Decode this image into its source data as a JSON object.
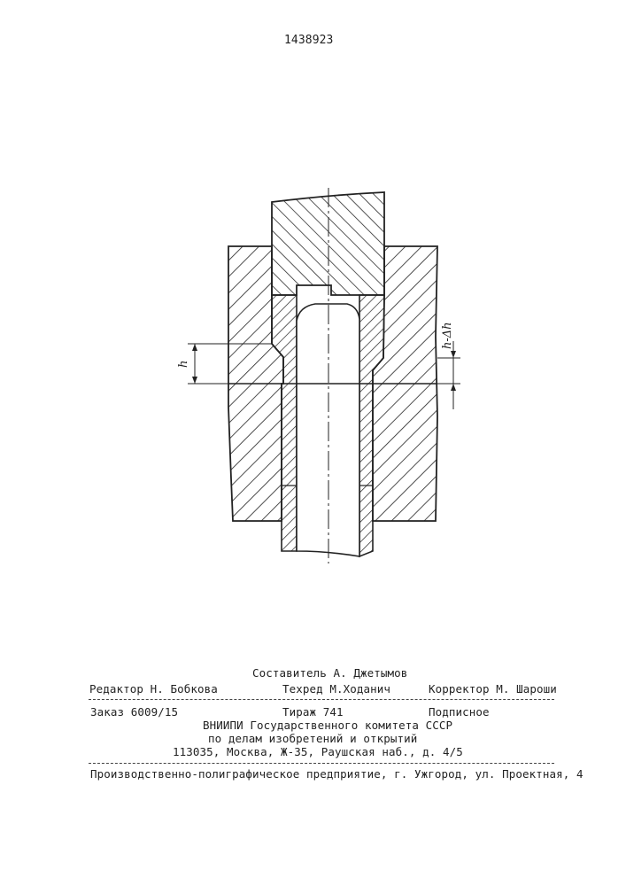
{
  "patent_number": "1438923",
  "figure": {
    "dimension_h": "h",
    "dimension_h_minus_dh": "h-Δh"
  },
  "credits": {
    "compiler": "Составитель А. Джетымов",
    "editor": "Редактор Н. Бобкова",
    "techred": "Техред М.Ходанич",
    "corrector": "Корректор М. Шароши"
  },
  "order_block": {
    "order": "Заказ 6009/15",
    "circulation": "Тираж 741",
    "subscription": "Подписное",
    "org_line1": "ВНИИПИ Государственного комитета СССР",
    "org_line2": "по делам изобретений и открытий",
    "address": "113035, Москва, Ж-35, Раушская наб., д. 4/5"
  },
  "printer": "Производственно-полиграфическое предприятие, г. Ужгород, ул. Проектная, 4"
}
